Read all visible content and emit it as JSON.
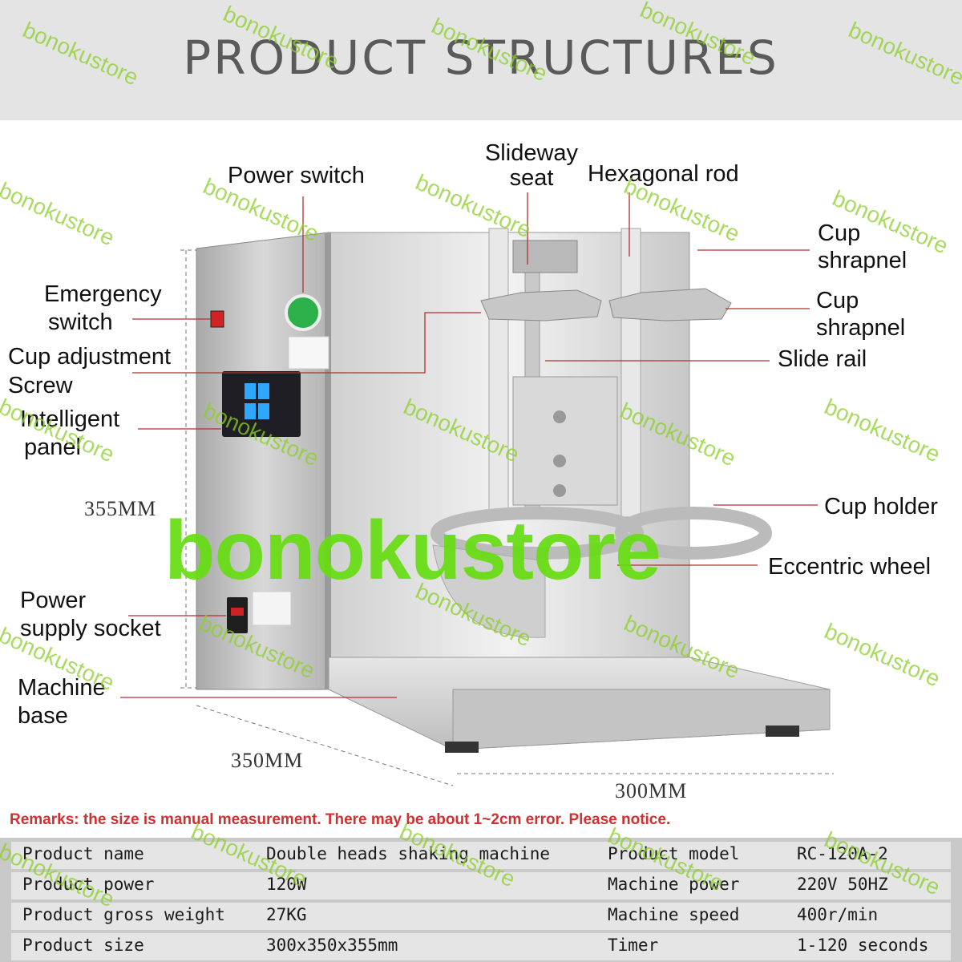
{
  "title": "PRODUCT STRUCTURES",
  "labels": {
    "power_switch": "Power switch",
    "slideway_seat_1": "Slideway",
    "slideway_seat_2": "seat",
    "hexagonal_rod": "Hexagonal rod",
    "cup_shrapnel_top_1": "Cup",
    "cup_shrapnel_top_2": "shrapnel",
    "cup_shrapnel_bottom_1": "Cup",
    "cup_shrapnel_bottom_2": "shrapnel",
    "emergency_switch_1": "Emergency",
    "emergency_switch_2": "switch",
    "cup_adjustment_1": "Cup adjustment",
    "cup_adjustment_2": "Screw",
    "slide_rail": "Slide rail",
    "intelligent_panel_1": "Intelligent",
    "intelligent_panel_2": "panel",
    "cup_holder": "Cup holder",
    "eccentric_wheel": "Eccentric wheel",
    "power_socket_1": "Power",
    "power_socket_2": "supply socket",
    "machine_base_1": "Machine",
    "machine_base_2": "base"
  },
  "dimensions": {
    "height": "355MM",
    "depth": "350MM",
    "width": "300MM"
  },
  "remarks": "Remarks: the size is manual measurement. There may be about 1~2cm error. Please notice.",
  "specs": [
    {
      "label1": "Product name",
      "value1": "Double heads shaking machine",
      "label2": "Product model",
      "value2": "RC-120A-2"
    },
    {
      "label1": "Product power",
      "value1": "120W",
      "label2": "Machine power",
      "value2": "220V  50HZ"
    },
    {
      "label1": "Product gross weight",
      "value1": "27KG",
      "label2": "Machine speed",
      "value2": "400r/min"
    },
    {
      "label1": "Product size",
      "value1": "300x350x355mm",
      "label2": "Timer",
      "value2": "1-120 seconds"
    }
  ],
  "watermark": "bonokustore",
  "colors": {
    "watermark": "#66dd11",
    "remarks": "#d03030",
    "leader_line": "#b03030",
    "title": "#5a5a5a"
  }
}
